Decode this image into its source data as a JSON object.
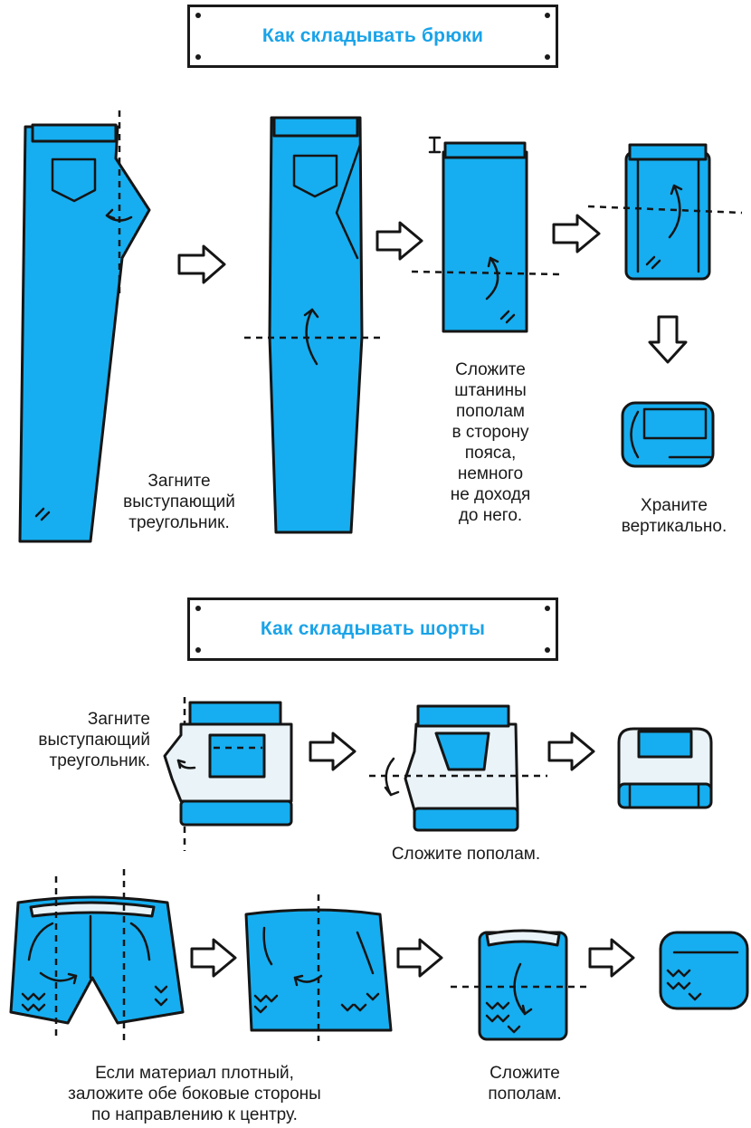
{
  "trousers": {
    "title": "Как складывать брюки",
    "step1_caption": "Загните\nвыступающий\nтреугольник.",
    "step3_caption": "Сложите\nштанины\nпополам\nв сторону\nпояса,\nнемного\nне доходя\nдо него.",
    "step5_caption": "Храните\nвертикально."
  },
  "shorts": {
    "title": "Как складывать шорты",
    "step1_caption": "Загните\nвыступающий\nтреугольник.",
    "step2_caption": "Сложите пополам.",
    "dense_caption": "Если материал плотный,\nзаложите обе боковые стороны\nпо направлению к центру.",
    "dense_fold_caption": "Сложите\nпополам."
  },
  "colors": {
    "fabric": "#16aef0",
    "title": "#1aa3e8",
    "outline": "#151515",
    "lining": "#e9f3f8"
  },
  "icons": [
    "arrow-right-icon",
    "arrow-down-icon",
    "fold-arrow-icon"
  ]
}
